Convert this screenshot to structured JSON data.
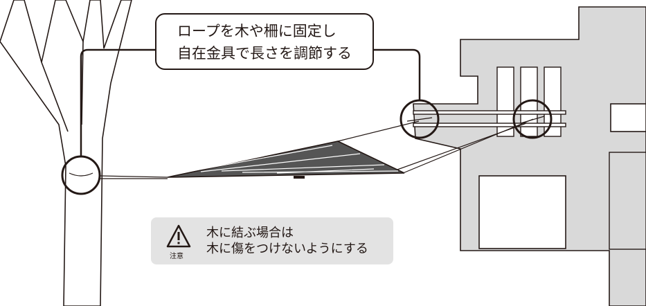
{
  "callout": {
    "line1": "ロープを木や柵に固定し",
    "line2": "自在金具で長さを調節する"
  },
  "caution": {
    "icon": "warning-triangle-icon",
    "icon_label": "注意",
    "line1": "木に結ぶ場合は",
    "line2": "木に傷をつけないようにする"
  },
  "colors": {
    "line": "#231815",
    "building": "#d9d9d9",
    "caution_bg": "#e3e3e3"
  }
}
